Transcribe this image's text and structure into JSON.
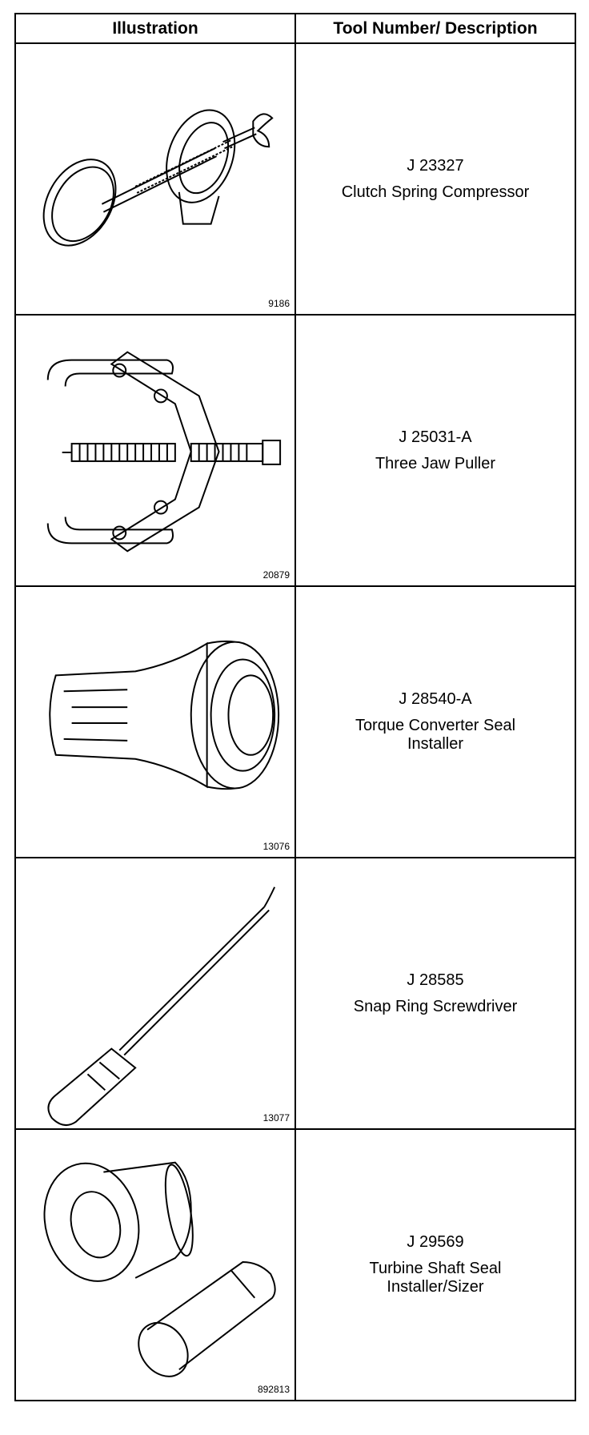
{
  "table": {
    "headers": {
      "illustration": "Illustration",
      "description": "Tool Number/ Description"
    },
    "rows": [
      {
        "tool_number": "J 23327",
        "description": "Clutch Spring Compressor",
        "figure_number": "9186",
        "icon": "clutch-spring-compressor-illustration"
      },
      {
        "tool_number": "J 25031-A",
        "description": "Three Jaw Puller",
        "figure_number": "20879",
        "icon": "three-jaw-puller-illustration"
      },
      {
        "tool_number": "J 28540-A",
        "description": "Torque Converter Seal\nInstaller",
        "figure_number": "13076",
        "icon": "seal-installer-illustration"
      },
      {
        "tool_number": "J 28585",
        "description": "Snap Ring Screwdriver",
        "figure_number": "13077",
        "icon": "screwdriver-illustration"
      },
      {
        "tool_number": "J 29569",
        "description": "Turbine Shaft Seal\nInstaller/Sizer",
        "figure_number": "892813",
        "icon": "turbine-seal-installer-illustration"
      }
    ]
  }
}
